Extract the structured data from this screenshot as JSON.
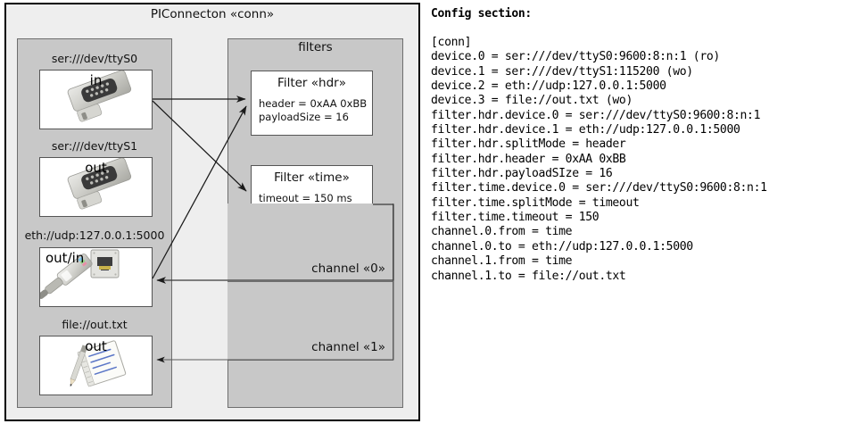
{
  "diagram": {
    "outer": {
      "title": "PIConnecton «conn»"
    },
    "devices_panel": {
      "name": "devices",
      "items": [
        {
          "label": "ser:///dev/ttyS0",
          "direction": "in",
          "icon": "serial-db9-icon"
        },
        {
          "label": "ser:///dev/ttyS1",
          "direction": "out",
          "icon": "serial-db9-icon"
        },
        {
          "label": "eth://udp:127.0.0.1:5000",
          "direction": "out/in",
          "icon": "ethernet-rj45-icon"
        },
        {
          "label": "file://out.txt",
          "direction": "out",
          "icon": "text-file-pencil-icon"
        }
      ]
    },
    "filters_panel": {
      "title": "filters",
      "filters": [
        {
          "title": "Filter «hdr»",
          "props": [
            "header = 0xAA 0xBB",
            "payloadSize = 16"
          ]
        },
        {
          "title": "Filter «time»",
          "props": [
            "timeout = 150 ms"
          ]
        }
      ]
    },
    "channels": [
      {
        "label": "channel «0»"
      },
      {
        "label": "channel «1»"
      }
    ]
  },
  "config": {
    "heading": "Config section:",
    "lines": [
      "[conn]",
      "device.0 = ser:///dev/ttyS0:9600:8:n:1 (ro)",
      "device.1 = ser:///dev/ttyS1:115200 (wo)",
      "device.2 = eth://udp:127.0.0.1:5000",
      "device.3 = file://out.txt (wo)",
      "filter.hdr.device.0 = ser:///dev/ttyS0:9600:8:n:1",
      "filter.hdr.device.1 = eth://udp:127.0.0.1:5000",
      "filter.hdr.splitMode = header",
      "filter.hdr.header = 0xAA 0xBB",
      "filter.hdr.payloadSIze = 16",
      "filter.time.device.0 = ser:///dev/ttyS0:9600:8:n:1",
      "filter.time.splitMode = timeout",
      "filter.time.timeout = 150",
      "channel.0.from = time",
      "channel.0.to = eth://udp:127.0.0.1:5000",
      "channel.1.from = time",
      "channel.1.to = file://out.txt"
    ]
  },
  "colors": {
    "page_background": "#ffffff",
    "outer_fill": "#eeeeee",
    "outer_border": "#000000",
    "panel_fill": "#c8c8c8",
    "panel_border": "#6e6e6e",
    "card_fill": "#ffffff",
    "card_border": "#555555",
    "text": "#111111",
    "connector": "#1a1a1a"
  }
}
